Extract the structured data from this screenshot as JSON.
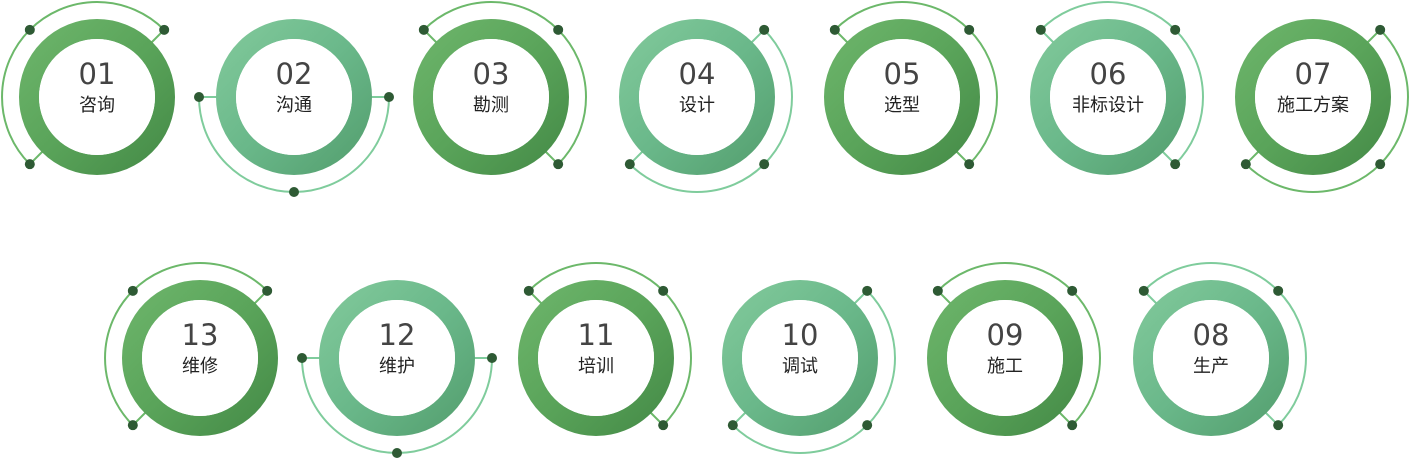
{
  "steps": [
    {
      "number": "01",
      "label": "咨询"
    },
    {
      "number": "02",
      "label": "沟通"
    },
    {
      "number": "03",
      "label": "勘测"
    },
    {
      "number": "04",
      "label": "设计"
    },
    {
      "number": "05",
      "label": "选型"
    },
    {
      "number": "06",
      "label": "非标设计"
    },
    {
      "number": "07",
      "label": "施工方案"
    },
    {
      "number": "08",
      "label": "生产"
    },
    {
      "number": "09",
      "label": "施工"
    },
    {
      "number": "10",
      "label": "调试"
    },
    {
      "number": "11",
      "label": "培训"
    },
    {
      "number": "12",
      "label": "维护"
    },
    {
      "number": "13",
      "label": "维修"
    }
  ],
  "colors": {
    "ring_dark": "#5aa45a",
    "ring_teal": "#6ab88a",
    "arc_dark": "#6cb86a",
    "arc_teal": "#7fcc9c",
    "dot": "#2e5a34",
    "number": "#444444",
    "label": "#222222"
  }
}
